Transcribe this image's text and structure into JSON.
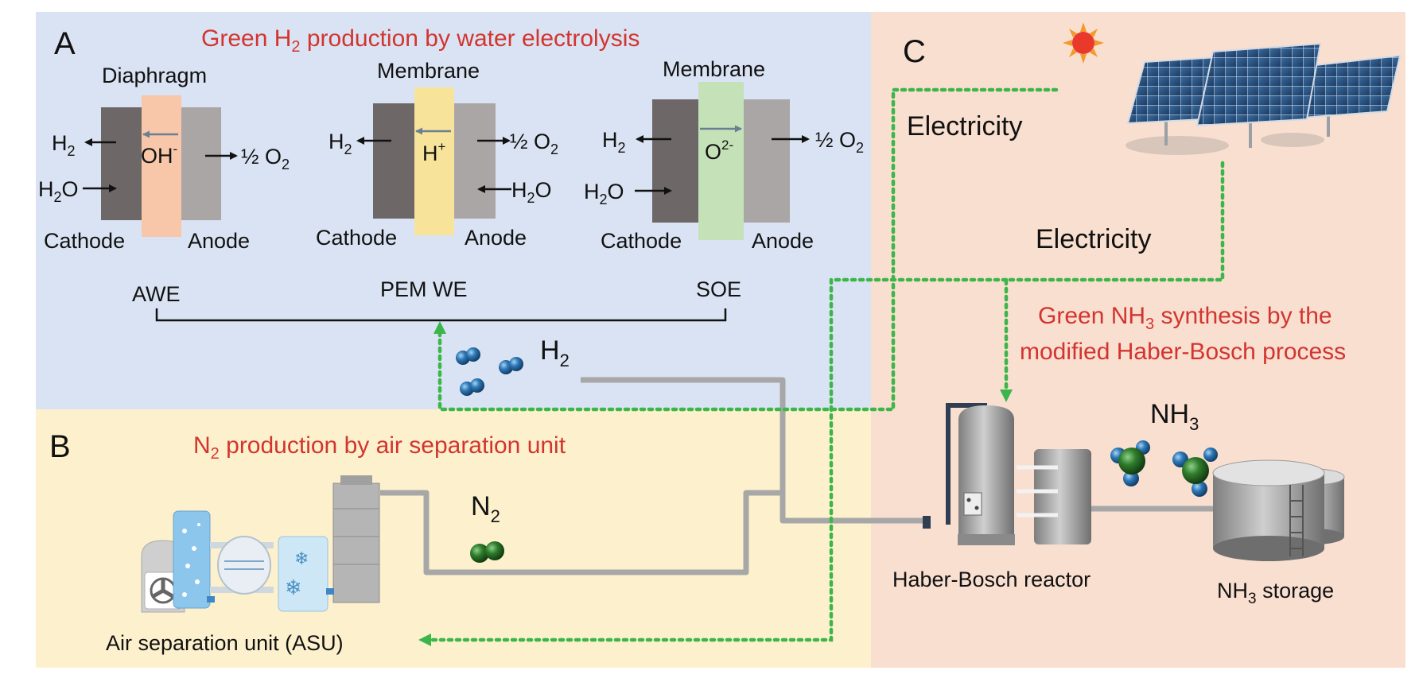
{
  "colors": {
    "panel_a_bg": "#dae3f3",
    "panel_b_bg": "#fdf1cd",
    "panel_c_bg": "#f9dfd0",
    "title_red": "#d2352f",
    "flow_green": "#3cb64a",
    "pipe_gray": "#a7a7a7",
    "diaphragm": "#f8c6a8",
    "pem_membrane": "#f7e49a",
    "soe_membrane": "#c4e1b8",
    "cathode": "#6d6767",
    "anode": "#aaa6a6"
  },
  "panels": {
    "a": {
      "letter": "A",
      "title_pre": "Green H",
      "title_sub": "2",
      "title_post": " production by water electrolysis"
    },
    "b": {
      "letter": "B",
      "title_pre": "N",
      "title_sub": "2",
      "title_post": " production by air separation unit"
    },
    "c": {
      "letter": "C",
      "title_line1_pre": "Green NH",
      "title_line1_sub": "3",
      "title_line1_post": " synthesis by the",
      "title_line2": "modified Haber-Bosch process"
    }
  },
  "cells": {
    "awe": {
      "separator": "Diaphragm",
      "ion": "OH",
      "ion_sup": "-",
      "left_out": "H",
      "left_out_sub": "2",
      "left_in": "H",
      "left_in_sub": "2",
      "left_in_post": "O",
      "right_out": "½ O",
      "right_out_sub": "2",
      "cathode": "Cathode",
      "anode": "Anode",
      "name": "AWE"
    },
    "pem": {
      "separator": "Membrane",
      "ion": "H",
      "ion_sup": "+",
      "left_out": "H",
      "left_out_sub": "2",
      "right_out": "½ O",
      "right_out_sub": "2",
      "right_in": "H",
      "right_in_sub": "2",
      "right_in_post": "O",
      "cathode": "Cathode",
      "anode": "Anode",
      "name": "PEM WE"
    },
    "soe": {
      "separator": "Membrane",
      "ion": "O",
      "ion_sup": "2-",
      "left_out": "H",
      "left_out_sub": "2",
      "left_in": "H",
      "left_in_sub": "2",
      "left_in_post": "O",
      "right_out": "½ O",
      "right_out_sub": "2",
      "cathode": "Cathode",
      "anode": "Anode",
      "name": "SOE"
    }
  },
  "flows": {
    "electricity_1": "Electricity",
    "electricity_2": "Electricity",
    "h2_pre": "H",
    "h2_sub": "2",
    "n2_pre": "N",
    "n2_sub": "2",
    "nh3_pre": "NH",
    "nh3_sub": "3"
  },
  "equipment": {
    "asu": "Air separation unit (ASU)",
    "reactor": "Haber-Bosch reactor",
    "storage_pre": "NH",
    "storage_sub": "3",
    "storage_post": " storage"
  }
}
